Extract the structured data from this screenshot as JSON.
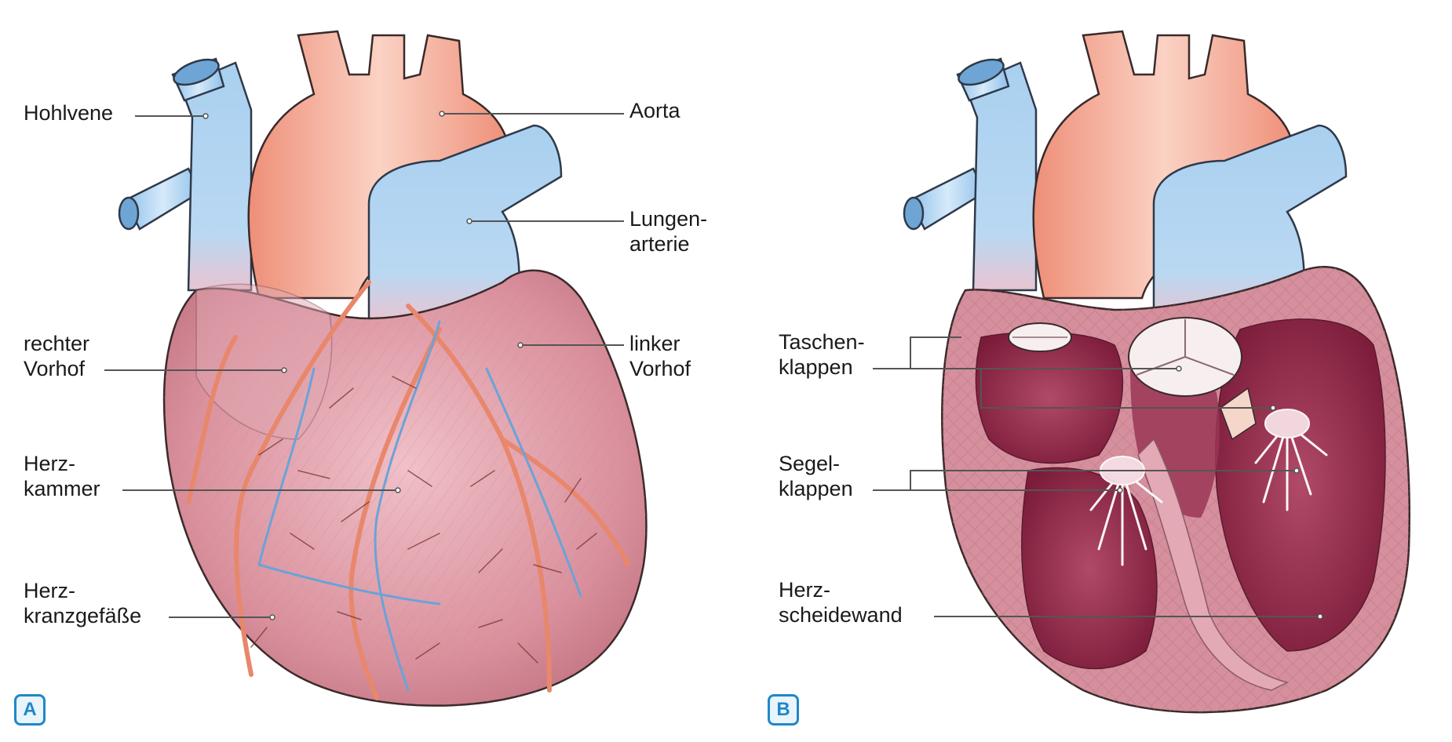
{
  "panel_a": {
    "badge": "A",
    "labels": {
      "hohlvene": "Hohlvene",
      "aorta": "Aorta",
      "lungenarterie_1": "Lungen-",
      "lungenarterie_2": "arterie",
      "rechter_vorhof_1": "rechter",
      "rechter_vorhof_2": "Vorhof",
      "linker_vorhof_1": "linker",
      "linker_vorhof_2": "Vorhof",
      "herzkammer_1": "Herz-",
      "herzkammer_2": "kammer",
      "herzkranzgefaesse_1": "Herz-",
      "herzkranzgefaesse_2": "kranzgefäße"
    }
  },
  "panel_b": {
    "badge": "B",
    "labels": {
      "taschenklappen_1": "Taschen-",
      "taschenklappen_2": "klappen",
      "segelklappen_1": "Segel-",
      "segelklappen_2": "klappen",
      "herzscheidewand_1": "Herz-",
      "herzscheidewand_2": "scheidewand"
    }
  },
  "colors": {
    "vein_blue": "#9cc8ee",
    "artery_red": "#f09a82",
    "muscle": "#d9909c",
    "chamber_dark": "#8e2a48",
    "outline": "#3a2a2a",
    "badge_blue": "#1f88c8"
  }
}
